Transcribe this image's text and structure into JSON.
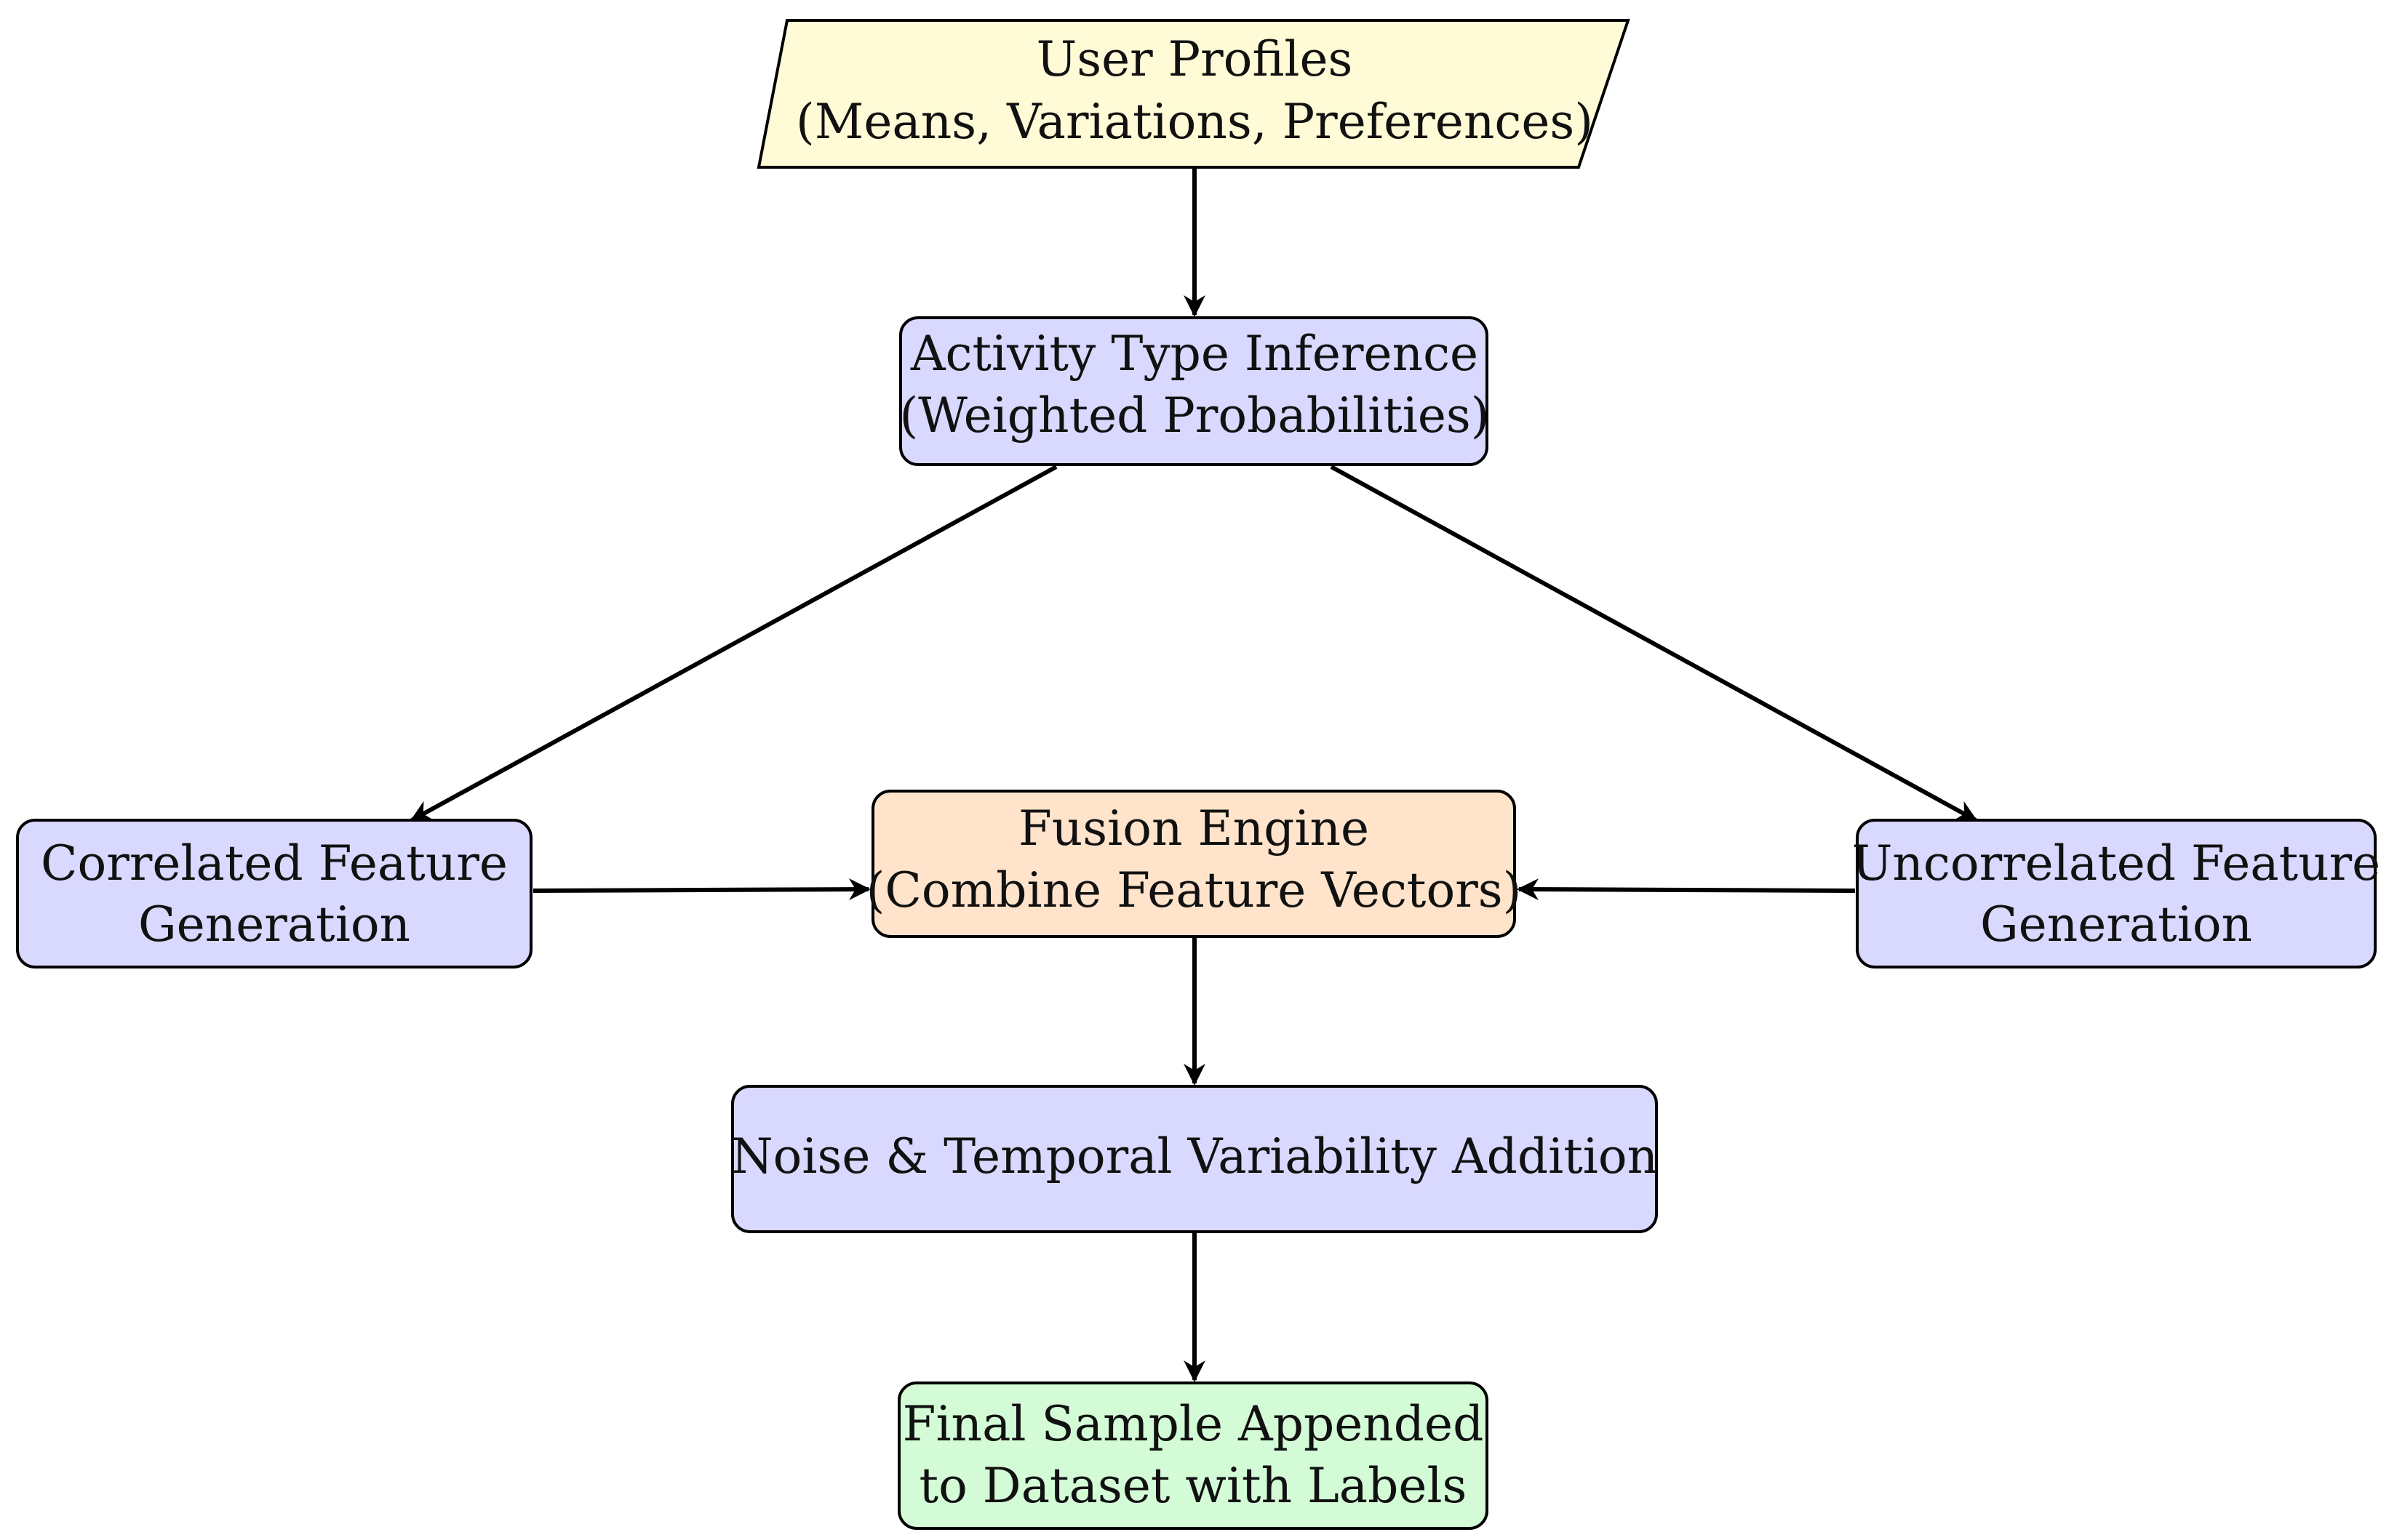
{
  "colors": {
    "input": "#fffbd6",
    "process": "#d9d8ff",
    "fusion": "#ffe4cb",
    "output": "#d3fcd6",
    "stroke": "#000000"
  },
  "nodes": {
    "user_profiles": {
      "line1": "User Profiles",
      "line2": "(Means, Variations, Preferences)"
    },
    "activity_inference": {
      "line1": "Activity Type Inference",
      "line2": "(Weighted Probabilities)"
    },
    "correlated": {
      "line1": "Correlated Feature",
      "line2": "Generation"
    },
    "fusion": {
      "line1": "Fusion Engine",
      "line2": "(Combine Feature Vectors)"
    },
    "uncorrelated": {
      "line1": "Uncorrelated Feature",
      "line2": "Generation"
    },
    "noise": {
      "line1": "Noise & Temporal Variability Addition"
    },
    "final_sample": {
      "line1": "Final Sample Appended",
      "line2": "to Dataset with Labels"
    }
  }
}
